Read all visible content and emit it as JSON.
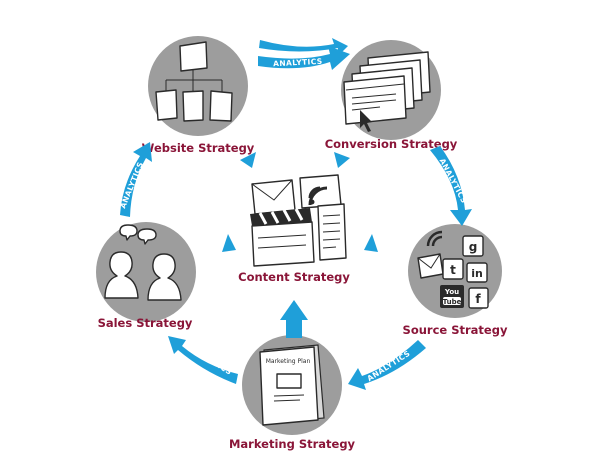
{
  "colors": {
    "circle": "#9d9d9d",
    "label": "#8a1538",
    "arrow": "#1f9fd9",
    "arrow_text": "#ffffff"
  },
  "nodes": {
    "website": {
      "label": "Website Strategy"
    },
    "conversion": {
      "label": "Conversion Strategy"
    },
    "source": {
      "label": "Source Strategy"
    },
    "marketing": {
      "label": "Marketing Strategy",
      "book_title": "Marketing Plan"
    },
    "sales": {
      "label": "Sales Strategy"
    },
    "content": {
      "label": "Content Strategy"
    }
  },
  "arrows": [
    {
      "id": "website-conversion",
      "label": "ANALYTICS"
    },
    {
      "id": "conversion-source",
      "label": "ANALYTICS"
    },
    {
      "id": "source-marketing",
      "label": "ANALYTICS"
    },
    {
      "id": "marketing-sales",
      "label": "ANALYTICS"
    },
    {
      "id": "sales-website",
      "label": "ANALYTICS"
    }
  ],
  "social_icons": [
    "twitter-icon",
    "google-plus-icon",
    "linkedin-icon",
    "youtube-icon",
    "facebook-icon",
    "rss-icon",
    "email-icon"
  ],
  "logos": {
    "youtube_top": "You",
    "youtube_bottom": "Tube"
  }
}
